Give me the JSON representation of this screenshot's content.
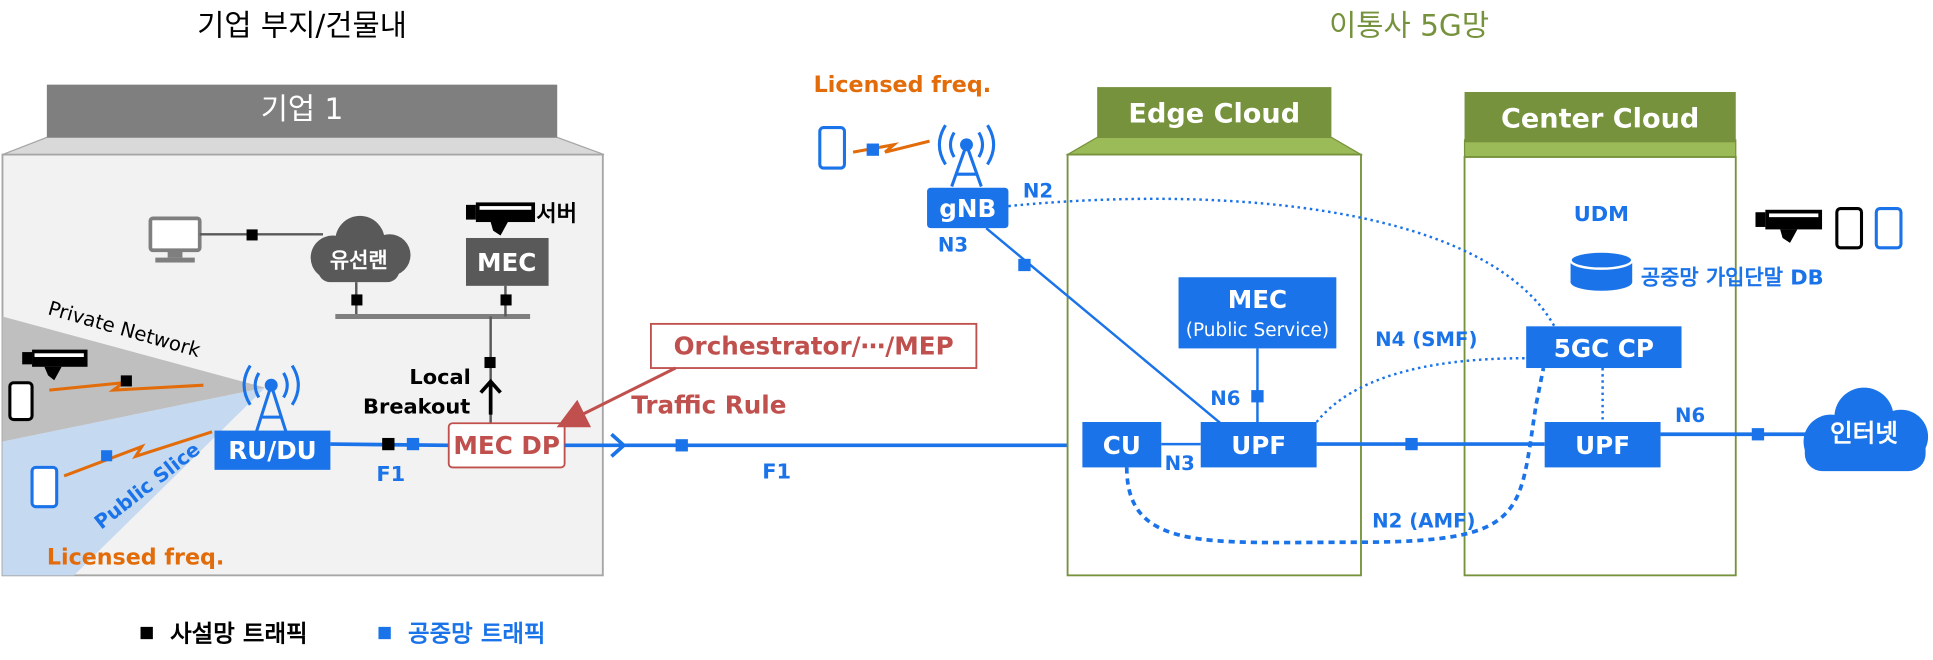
{
  "headers": {
    "enterprise_area": "기업 부지/건물내",
    "carrier_area": "이통사 5G망"
  },
  "enterprise": {
    "title": "기업 1",
    "wired_lan": "유선랜",
    "server_label": "서버",
    "mec": "MEC",
    "private_network": "Private Network",
    "public_slice": "Public Slice",
    "licensed_freq": "Licensed freq.",
    "rudu": "RU/DU",
    "local_breakout_1": "Local",
    "local_breakout_2": "Breakout",
    "f1_left": "F1",
    "mec_dp": "MEC DP"
  },
  "orchestrator": {
    "label": "Orchestrator/⋯/MEP",
    "traffic_rule": "Traffic Rule"
  },
  "gnb_site": {
    "licensed_freq": "Licensed freq.",
    "gnb": "gNB",
    "n2": "N2",
    "n3": "N3"
  },
  "f1_mid": "F1",
  "edge_cloud": {
    "title": "Edge Cloud",
    "mec": "MEC",
    "mec_sub": "(Public Service)",
    "n6": "N6",
    "cu": "CU",
    "n3": "N3",
    "upf": "UPF"
  },
  "center_cloud": {
    "title": "Center Cloud",
    "udm": "UDM",
    "db_label": "공중망 가입단말 DB",
    "cp": "5GC CP",
    "upf": "UPF",
    "n4": "N4 (SMF)",
    "n2_amf": "N2 (AMF)",
    "n6": "N6"
  },
  "internet": "인터넷",
  "legend": {
    "private_traffic": "사설망 트래픽",
    "public_traffic": "공중망 트래픽"
  },
  "colors": {
    "blue": "#1a73e8",
    "dark_gray": "#595959",
    "green": "#76923c",
    "orange": "#e36c0a",
    "red": "#c0504d"
  }
}
